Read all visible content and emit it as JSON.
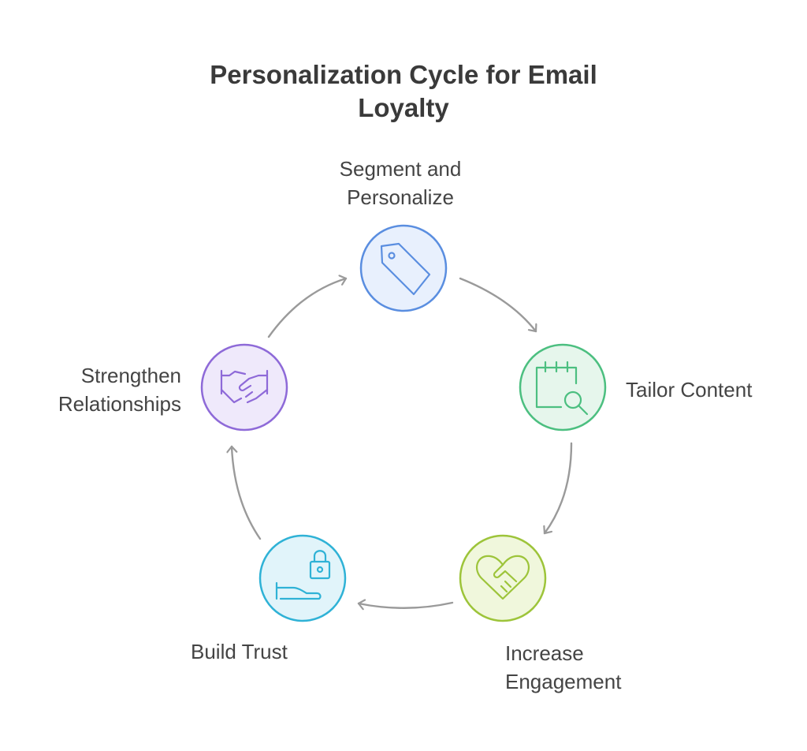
{
  "title": {
    "line1": "Personalization Cycle for Email",
    "line2": "Loyalty"
  },
  "steps": [
    {
      "line1": "Segment and",
      "line2": "Personalize",
      "icon": "tag-icon",
      "color": "#5a8ee0",
      "fill": "#e8f0fd"
    },
    {
      "line1": "Tailor Content",
      "line2": "",
      "icon": "calendar-search-icon",
      "color": "#4cbf80",
      "fill": "#e6f6ec"
    },
    {
      "line1": "Increase",
      "line2": "Engagement",
      "icon": "heart-handshake-icon",
      "color": "#9dc43a",
      "fill": "#f0f7dc"
    },
    {
      "line1": "Build Trust",
      "line2": "",
      "icon": "hand-lock-icon",
      "color": "#2fb2d6",
      "fill": "#e1f4fa"
    },
    {
      "line1": "Strengthen",
      "line2": "Relationships",
      "icon": "handshake-icon",
      "color": "#8e6ad8",
      "fill": "#efe9fb"
    }
  ],
  "arrow_color": "#9a9a9a"
}
